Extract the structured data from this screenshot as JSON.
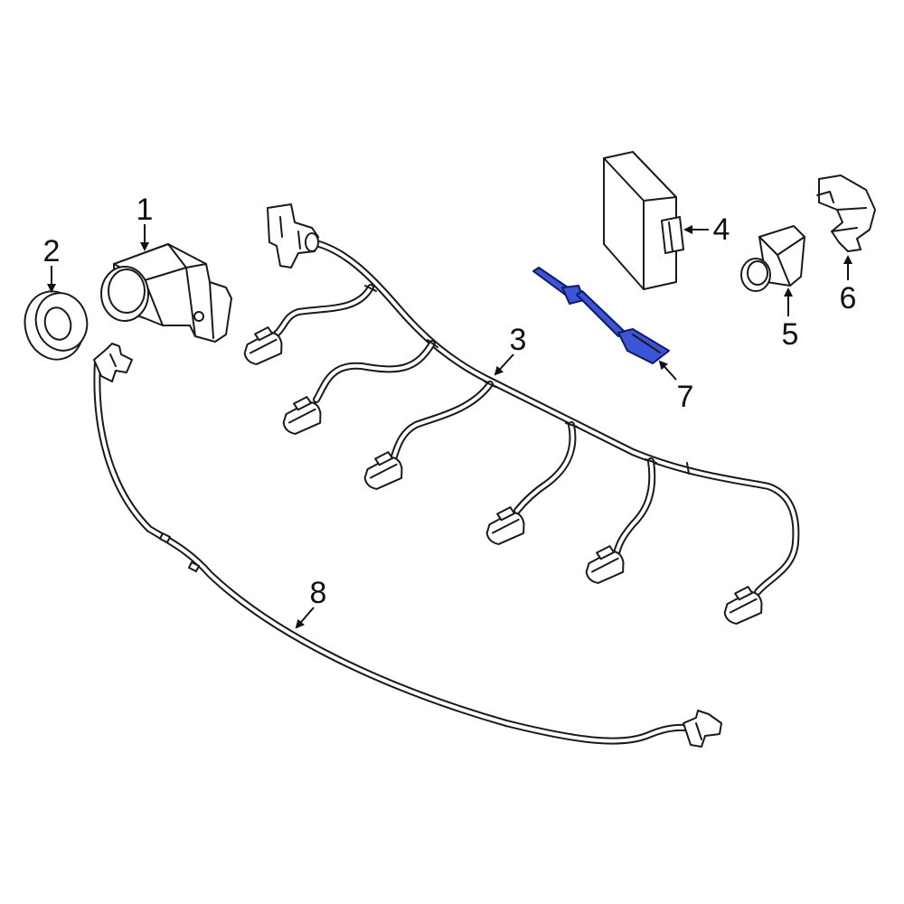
{
  "callouts": {
    "c1": "1",
    "c2": "2",
    "c3": "3",
    "c4": "4",
    "c5": "5",
    "c6": "6",
    "c7": "7",
    "c8": "8"
  },
  "colors": {
    "line": "#1a1a1a",
    "highlight": "#3b55d6",
    "highlight_edge": "#0d1a6b",
    "background": "#ffffff"
  }
}
